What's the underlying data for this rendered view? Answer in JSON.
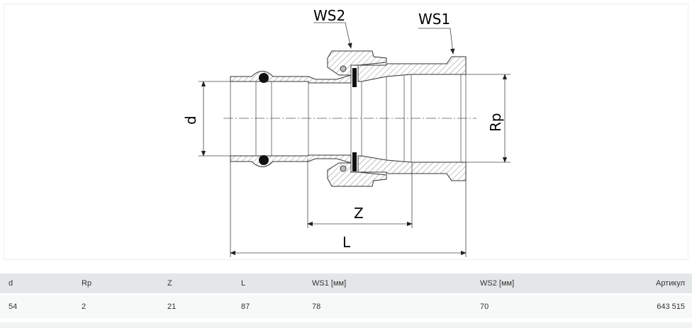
{
  "drawing": {
    "labels": {
      "ws2": "WS2",
      "ws1": "WS1",
      "d": "d",
      "rp": "Rp",
      "z": "Z",
      "l": "L"
    }
  },
  "table": {
    "headers": [
      "d",
      "Rp",
      "Z",
      "L",
      "WS1 [мм]",
      "WS2 [мм]",
      "Артикул"
    ],
    "rows": [
      [
        "54",
        "2",
        "21",
        "87",
        "78",
        "70",
        "643 515"
      ]
    ]
  }
}
